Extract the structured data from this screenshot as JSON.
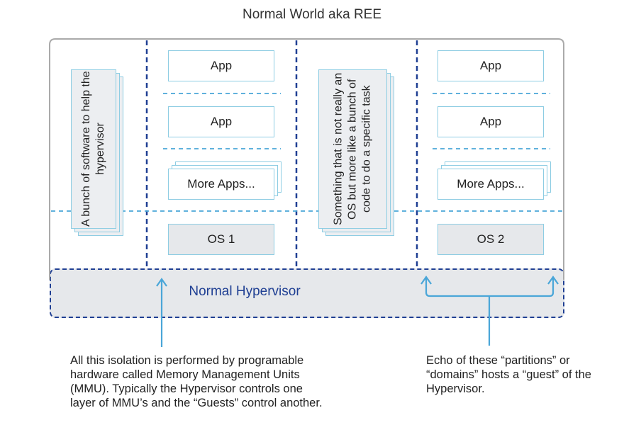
{
  "title": "Normal World aka REE",
  "partition1_text": "A bunch of software to help the hypervisor",
  "partition2": {
    "app1": "App",
    "app2": "App",
    "more_apps": "More Apps...",
    "os": "OS 1"
  },
  "partition3_text": "Something that is not really an OS but more like a bunch of code to do a specific task",
  "partition4": {
    "app1": "App",
    "app2": "App",
    "more_apps": "More Apps...",
    "os": "OS 2"
  },
  "hypervisor_label": "Normal Hypervisor",
  "note_left": "All this isolation is performed by programable hardware called Memory Management Units (MMU). Typically the Hypervisor controls one layer of MMU’s and the “Guests” control another.",
  "note_right": "Echo of these “partitions” or “domains” hosts a “guest” of the Hypervisor.",
  "colors": {
    "accent_dark_blue": "#1f3f93",
    "accent_light_blue": "#4aa6d8",
    "box_border": "#8ecde3",
    "gray_fill": "#e6e8eb"
  }
}
